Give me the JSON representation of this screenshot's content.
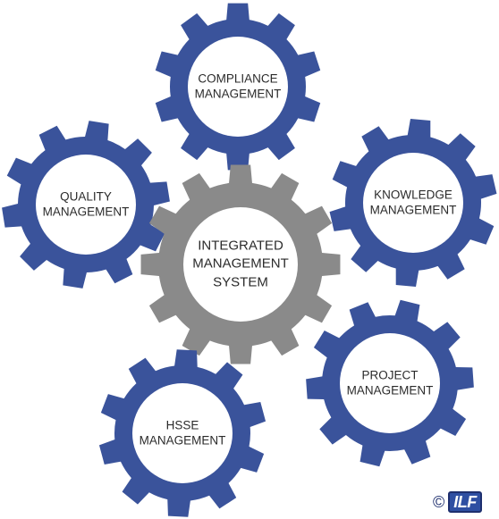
{
  "gears": [
    {
      "id": "compliance",
      "lines": [
        "COMPLIANCE",
        "MANAGEMENT"
      ],
      "color": "#3a539b"
    },
    {
      "id": "quality",
      "lines": [
        "QUALITY",
        "MANAGEMENT"
      ],
      "color": "#3a539b"
    },
    {
      "id": "knowledge",
      "lines": [
        "KNOWLEDGE",
        "MANAGEMENT"
      ],
      "color": "#3a539b"
    },
    {
      "id": "center",
      "lines": [
        "INTEGRATED",
        "MANAGEMENT",
        "SYSTEM"
      ],
      "color": "#8a8a8a"
    },
    {
      "id": "project",
      "lines": [
        "PROJECT",
        "MANAGEMENT"
      ],
      "color": "#3a539b"
    },
    {
      "id": "hsse",
      "lines": [
        "HSSE",
        "MANAGEMENT"
      ],
      "color": "#3a539b"
    }
  ],
  "copyright": {
    "symbol": "©",
    "logo_text": "ILF"
  }
}
